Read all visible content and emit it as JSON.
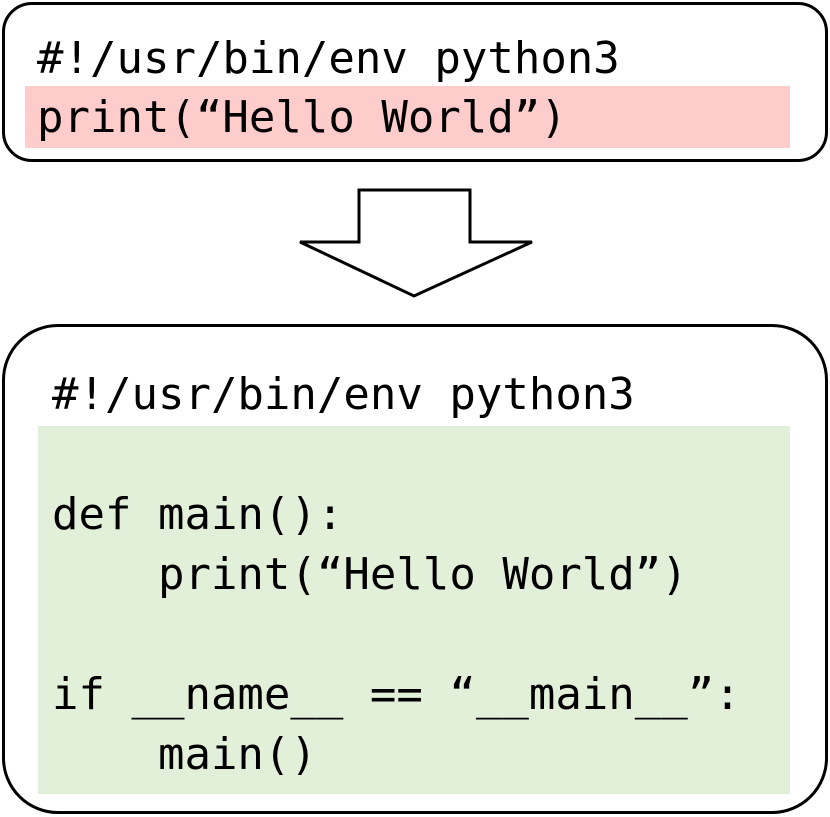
{
  "before": {
    "lines": [
      "#!/usr/bin/env python3",
      "print(“Hello World”)"
    ],
    "highlight_color": "#ffcccc"
  },
  "after": {
    "lines": [
      "#!/usr/bin/env python3",
      "",
      "def main():",
      "    print(“Hello World”)",
      "",
      "if __name__ == “__main__”:",
      "    main()"
    ],
    "highlight_color": "#e2efd9"
  },
  "arrow": {
    "icon": "down-arrow-icon",
    "direction": "down"
  }
}
